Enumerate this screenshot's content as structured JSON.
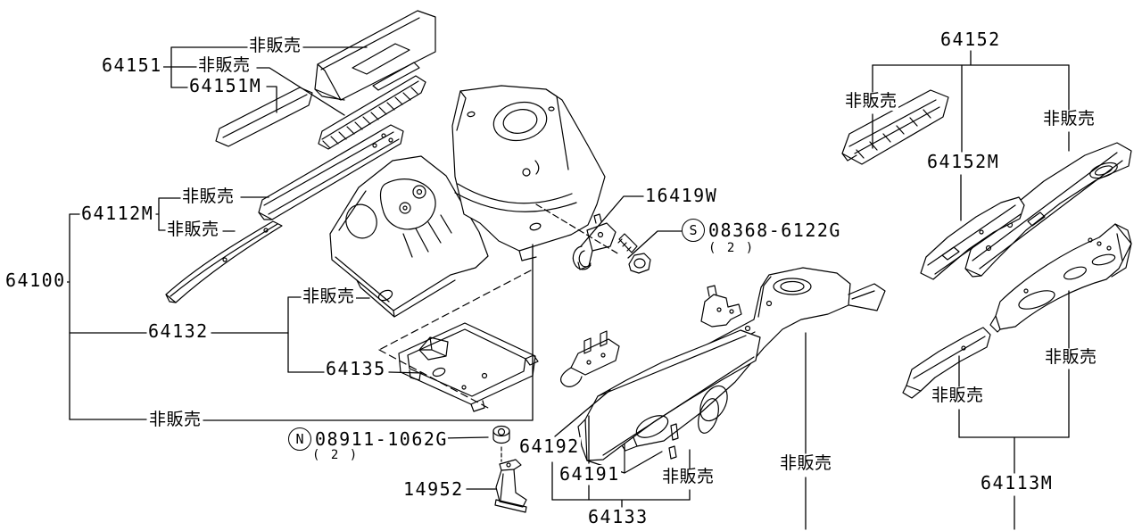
{
  "colors": {
    "background": "#ffffff",
    "line": "#000000"
  },
  "not_for_sale": "非販売",
  "parts": {
    "p64151": "64151",
    "p64151m": "64151M",
    "p64112m": "64112M",
    "p64100": "64100",
    "p64132": "64132",
    "p64135": "64135",
    "p16419w": "16419W",
    "p14952": "14952",
    "p64192": "64192",
    "p64191": "64191",
    "p64133": "64133",
    "p64152": "64152",
    "p64152m": "64152M",
    "p64113m": "64113M"
  },
  "callouts": {
    "s": {
      "symbol": "S",
      "part": "08368-6122G",
      "qty": "( 2 )"
    },
    "n": {
      "symbol": "N",
      "part": "08911-1062G",
      "qty": "( 2 )"
    }
  }
}
